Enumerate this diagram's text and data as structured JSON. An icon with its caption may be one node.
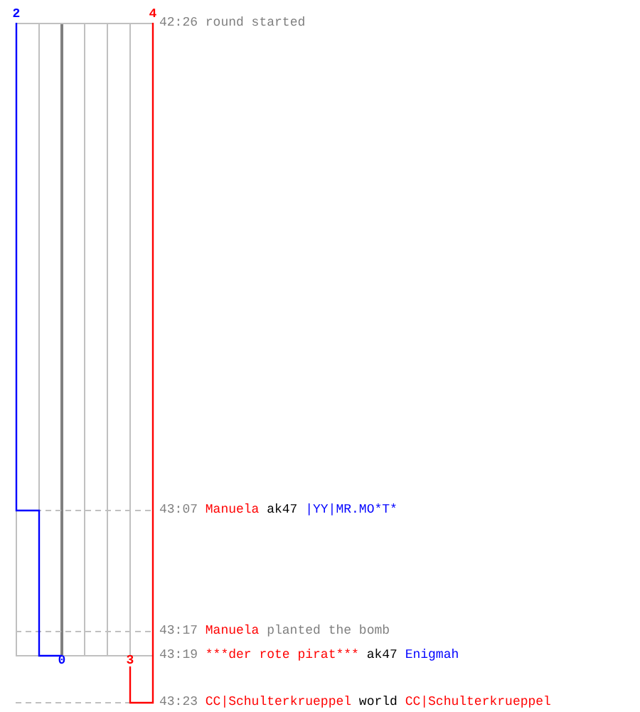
{
  "diagram": {
    "labels": [
      "2",
      "4",
      "42:26",
      "round started",
      "43:07",
      "Manuela",
      "ak47",
      "|YY|MR.MO*T*",
      "43:17",
      "Manuela",
      "planted the bomb",
      "0",
      "3",
      "43:19",
      "***der rote pirat***",
      "ak47",
      "Enigmah",
      "43:23",
      "CC|Schulterkrueppel",
      "world",
      "CC|Schulterkrueppel"
    ]
  }
}
